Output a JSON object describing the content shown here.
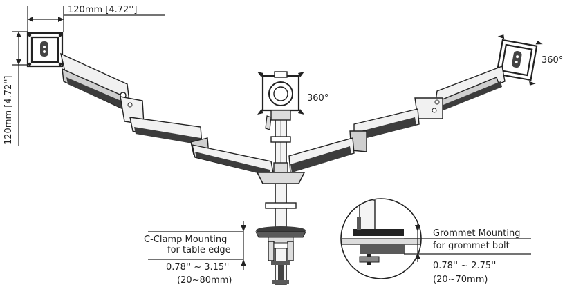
{
  "dimensions": {
    "width_label": "120mm [4.72'']",
    "height_label": "120mm [4.72'']"
  },
  "rotation": {
    "center_label": "360°",
    "right_label": "360°"
  },
  "clamp": {
    "line1": "C-Clamp Mounting",
    "line2": "for table edge",
    "range_in": "0.78'' ~ 3.15''",
    "range_mm": "(20~80mm)"
  },
  "grommet": {
    "line1": "Grommet Mounting",
    "line2": "for grommet bolt",
    "range_in": "0.78'' ~ 2.75''",
    "range_mm": "(20~70mm)"
  }
}
